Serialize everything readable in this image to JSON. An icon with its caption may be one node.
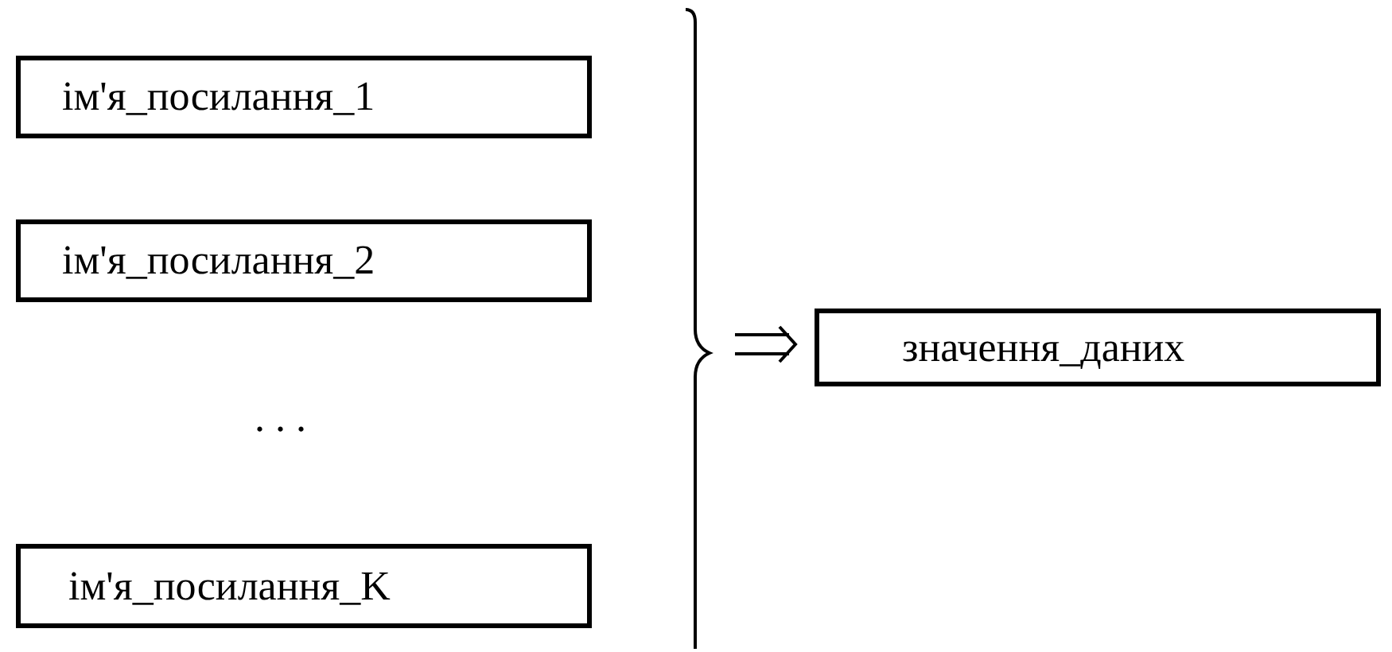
{
  "diagram": {
    "nodes": [
      {
        "text": [
          "ім'я_посилання_1"
        ]
      },
      {
        "text": [
          "ім'я_посилання_2"
        ]
      },
      {
        "text": [
          "ім'я_посилання_K"
        ]
      },
      {
        "text": [
          "значення_даних"
        ]
      }
    ],
    "edges": [
      {
        "from": null,
        "to": 3,
        "arrow": "to"
      }
    ],
    "labels": [
      ". . ."
    ]
  }
}
